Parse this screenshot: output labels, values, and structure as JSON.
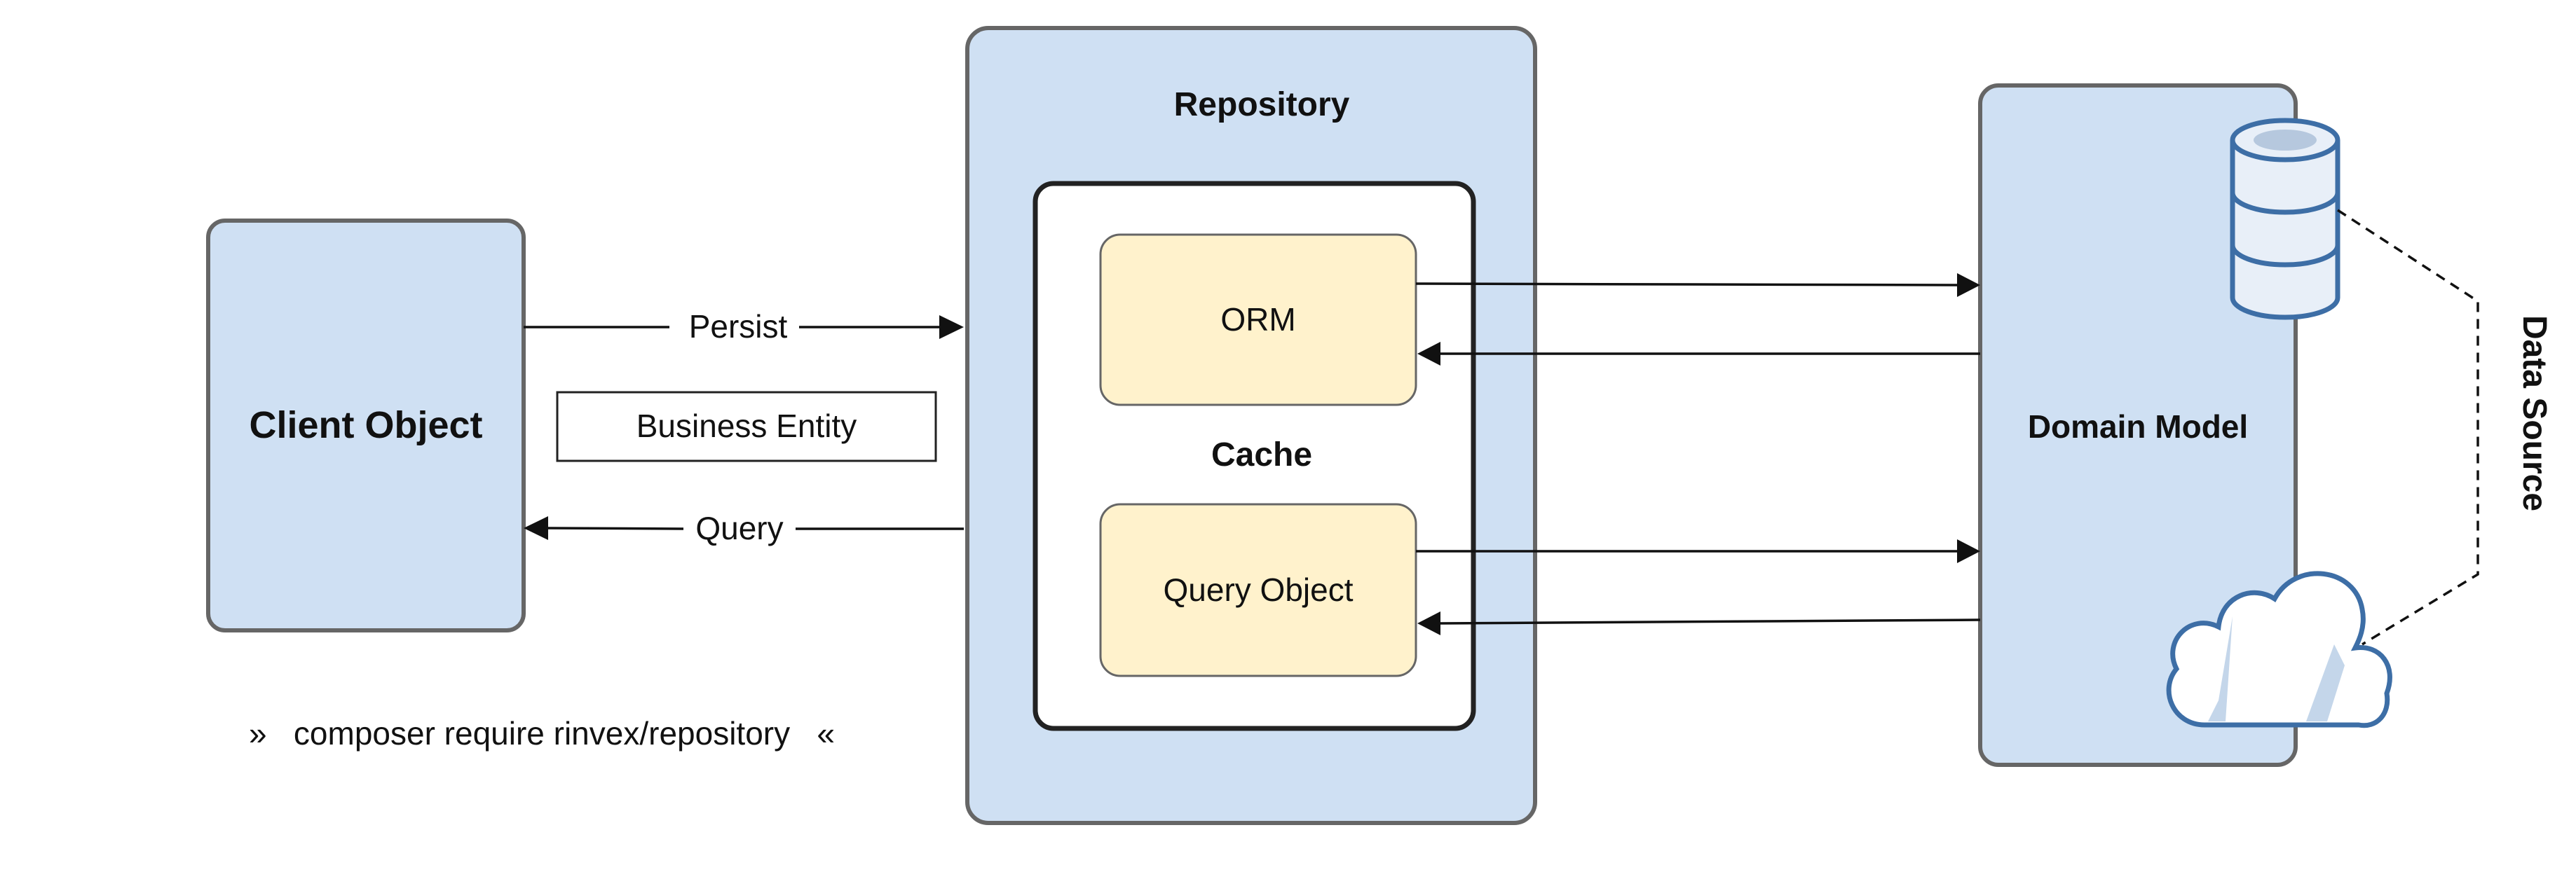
{
  "diagram": {
    "client_object": "Client Object",
    "persist_label": "Persist",
    "business_entity_label": "Business Entity",
    "query_label": "Query",
    "repository_title": "Repository",
    "orm_label": "ORM",
    "cache_label": "Cache",
    "query_object_label": "Query Object",
    "domain_model_label": "Domain Model",
    "data_source_label": "Data Source",
    "footer_text": "»   composer require rinvex/repository   «"
  },
  "icons": {
    "database": "database-icon",
    "cloud": "cloud-icon"
  },
  "colors": {
    "box_fill": "#cfe0f3",
    "cache_component_fill": "#fff2cc",
    "icon_stroke": "#3d6ea6"
  }
}
